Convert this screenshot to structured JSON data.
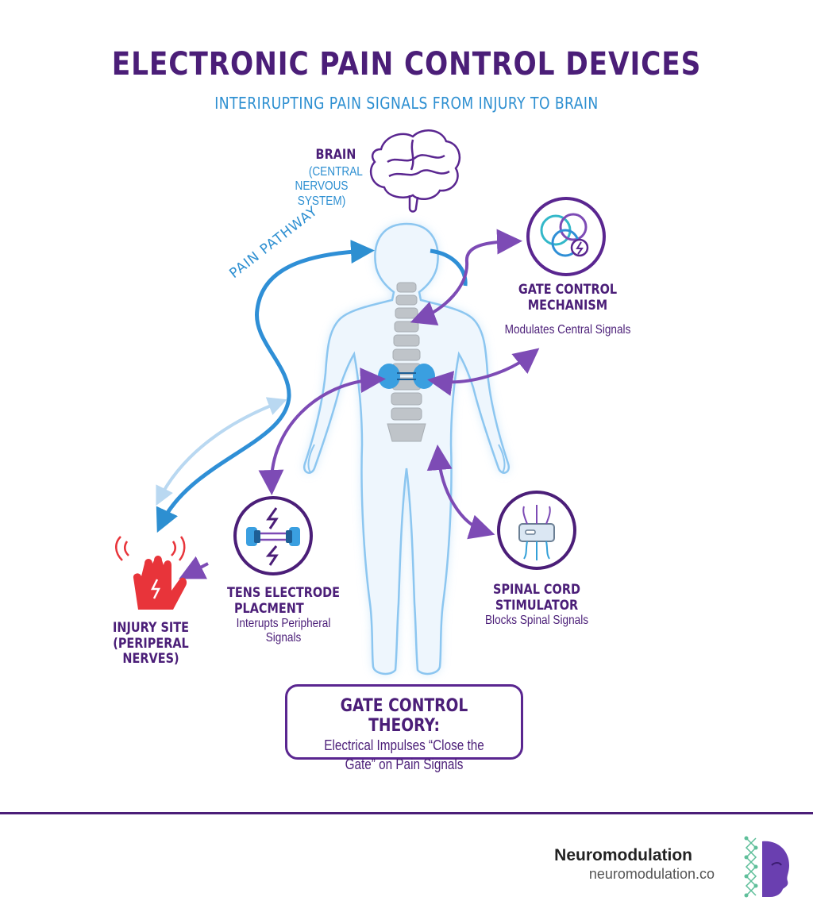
{
  "header": {
    "title": "ELECTRONIC PAIN CONTROL DEVICES",
    "subtitle": "INTERIRUPTING PAIN SIGNALS FROM INJURY TO BRAIN"
  },
  "labels": {
    "brain_line1": "BRAIN",
    "brain_line2": "(CENTRAL",
    "brain_line3": "NERVOUS SYSTEM)",
    "pain_pathway": "PAIN PATHWAY",
    "gate_heading1": "GATE CONTROL",
    "gate_heading2": "MECHANISM",
    "gate_sub": "Modulates Central Signals",
    "tens_heading1": "TENS ELECTRODE",
    "tens_heading2": "PLACMENT",
    "tens_sub": "Interupts Peripheral Signals",
    "injury_heading1": "INJURY SITE",
    "injury_heading2": "(PERIPERAL NERVES)",
    "scs_heading": "SPINAL CORD STIMULATOR",
    "scs_sub": "Blocks Spinal Signals"
  },
  "theory": {
    "title": "GATE CONTROL THEORY:",
    "line1": "Electrical Impulses “Close the",
    "line2": "Gate” on Pain Signals"
  },
  "footer": {
    "brand": "Neuromodulation",
    "url": "neuromodulation.co"
  },
  "colors": {
    "purple": "#4b1e78",
    "blue": "#2d8fd1",
    "arrow_purple": "#7d4bb5",
    "injury_red": "#e8343a"
  },
  "icons": [
    "brain-icon",
    "gate-circles-icon",
    "electrode-icon",
    "hand-pain-icon",
    "stimulator-icon",
    "logo-head-icon"
  ]
}
